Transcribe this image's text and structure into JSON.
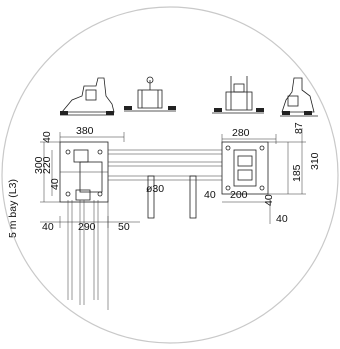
{
  "diagram": {
    "bay_label": "5 m bay (L3)",
    "dimensions": {
      "d380": "380",
      "d280": "280",
      "d87": "87",
      "d310": "310",
      "d185": "185",
      "d40_left_top": "40",
      "d40_left_mid": "40",
      "d40_left_bottom": "40",
      "d300": "300",
      "d220": "220",
      "d290": "290",
      "d50": "50",
      "d30": "ø30",
      "d40_right_mid": "40",
      "d200": "200",
      "d40_right_a": "40",
      "d40_right_b": "40"
    }
  }
}
